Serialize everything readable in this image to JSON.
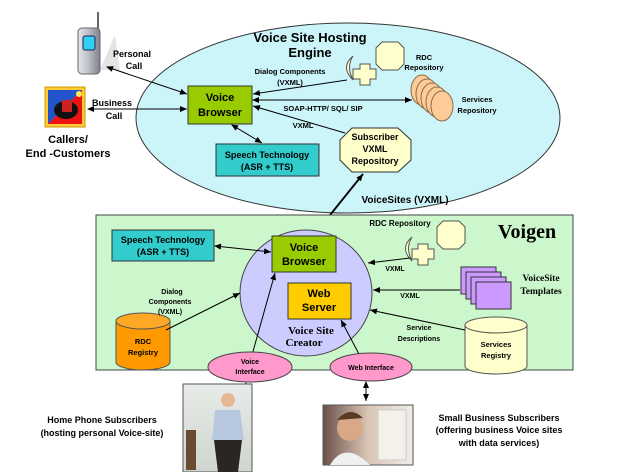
{
  "hosting_engine": {
    "title_line1": "Voice Site Hosting",
    "title_line2": "Engine",
    "voice_browser": [
      "Voice",
      "Browser"
    ],
    "speech_technology": [
      "Speech Technology",
      "(ASR + TTS)"
    ],
    "subscriber_repository": [
      "Subscriber",
      "VXML",
      "Repository"
    ],
    "rdc_repository": [
      "RDC",
      "Repository"
    ],
    "services_repository": [
      "Services",
      "Repository"
    ],
    "dialog_components": [
      "Dialog Components",
      "(VXML)"
    ],
    "soap_label": "SOAP-HTTP/ SQL/ SIP",
    "vxml_label": "VXML"
  },
  "callers": {
    "personal_call": [
      "Personal",
      "Call"
    ],
    "business_call": [
      "Business",
      "Call"
    ],
    "label": [
      "Callers/",
      "End -Customers"
    ]
  },
  "voicesites_link": "VoiceSites (VXML)",
  "voigen": {
    "title": "Voigen",
    "speech_technology": [
      "Speech Technology",
      "(ASR + TTS)"
    ],
    "voice_browser": [
      "Voice",
      "Browser"
    ],
    "web_server": [
      "Web",
      "Server"
    ],
    "creator": [
      "Voice Site",
      "Creator"
    ],
    "rdc_repository": "RDC Repository",
    "vxml_label_1": "VXML",
    "vxml_label_2": "VXML",
    "templates": [
      "VoiceSite",
      "Templates"
    ],
    "dialog_components": [
      "Dialog",
      "Components",
      "(VXML)"
    ],
    "rdc_registry": [
      "RDC",
      "Registry"
    ],
    "service_descriptions": [
      "Service",
      "Descriptions"
    ],
    "services_registry": [
      "Services",
      "Registry"
    ],
    "voice_interface": [
      "Voice",
      "Interface"
    ],
    "web_interface": "Web Interface"
  },
  "subscribers": {
    "home": [
      "Home Phone Subscribers",
      "(hosting personal Voice-site)"
    ],
    "business": [
      "Small Business Subscribers",
      "(offering business Voice sites",
      "with data services)"
    ]
  },
  "colors": {
    "hosting_fill": "#ccf5fa",
    "voigen_fill": "#ccf7cc",
    "browser_green": "#99cc00",
    "speech_teal": "#33cccc",
    "creator_lavender": "#ccccff",
    "web_server_orange": "#ffcc00",
    "rdc_registry_orange": "#ff9900",
    "pale_yellow": "#ffffcc",
    "peach": "#ffcc99",
    "template_purple": "#cc99ff",
    "interface_pink": "#ff99cc"
  }
}
